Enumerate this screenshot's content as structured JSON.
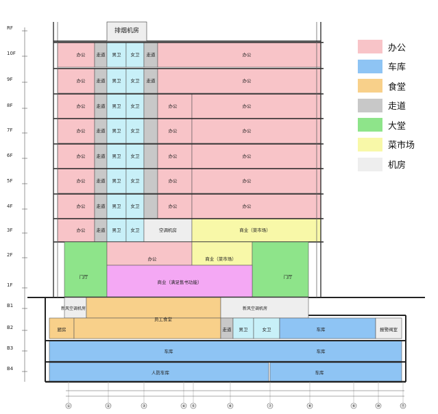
{
  "colors": {
    "office": "#f8c4c8",
    "garage": "#8ec4f4",
    "canteen": "#f8d08a",
    "corridor": "#c8c8c8",
    "lobby": "#8ee48a",
    "market": "#f8f8a8",
    "machine": "#eeeeee",
    "restroom": "#c8f0f8",
    "commercial": "#f4a8f4",
    "line": "#333333"
  },
  "legend": [
    {
      "label": "办公",
      "color_key": "office"
    },
    {
      "label": "车库",
      "color_key": "garage"
    },
    {
      "label": "食堂",
      "color_key": "canteen"
    },
    {
      "label": "走道",
      "color_key": "corridor"
    },
    {
      "label": "大堂",
      "color_key": "lobby"
    },
    {
      "label": "菜市场",
      "color_key": "market"
    },
    {
      "label": "机房",
      "color_key": "machine"
    }
  ],
  "floor_labels": [
    "RF",
    "10F",
    "9F",
    "8F",
    "7F",
    "6F",
    "5F",
    "4F",
    "3F",
    "2F",
    "1F",
    "B1",
    "B2",
    "B3",
    "B4"
  ],
  "rooms": {
    "office": "办公",
    "corridor": "走道",
    "men_wc": "男卫",
    "women_wc": "女卫",
    "ac_room": "空调机房",
    "commercial_market": "商业（菜市场）",
    "lobby": "门厅",
    "commercial_books": "商业（满足售书功能）",
    "fresh_air_room": "新风空调机房",
    "staff_canteen": "员工食堂",
    "kitchen": "厨房",
    "garage": "车库",
    "alarm_valve_room": "报警阀室",
    "civil_defense_garage": "人防车库",
    "smoke_exhaust_room": "排烟机房"
  },
  "axis_labels": [
    "①",
    "②",
    "③",
    "④",
    "⑤",
    "⑥",
    "⑦",
    "⑧",
    "⑨",
    "⑩",
    "⑪"
  ]
}
